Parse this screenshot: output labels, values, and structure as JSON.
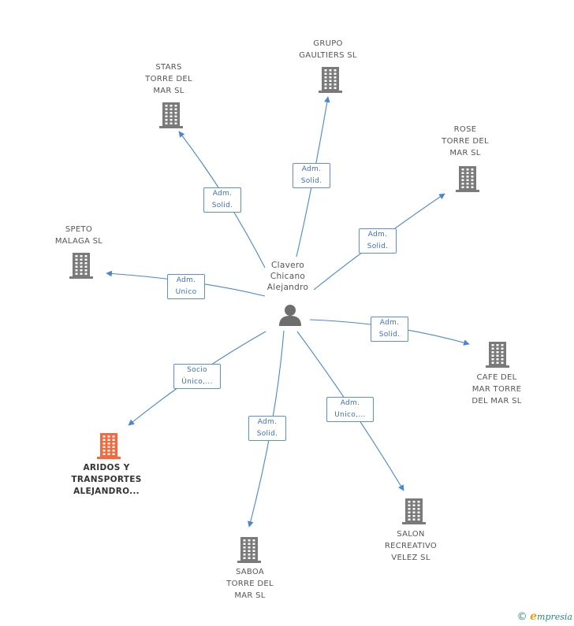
{
  "diagram": {
    "center": {
      "name": "Clavero\nChicano\nAlejandro",
      "icon": "person-icon"
    },
    "nodes": [
      {
        "id": "grupo-gaultiers",
        "label": "GRUPO\nGAULTIERS SL",
        "highlight": false
      },
      {
        "id": "stars-torre",
        "label": "STARS\nTORRE DEL\nMAR  SL",
        "highlight": false
      },
      {
        "id": "rose-torre",
        "label": "ROSE\nTORRE DEL\nMAR  SL",
        "highlight": false
      },
      {
        "id": "speto-malaga",
        "label": "SPETO\nMALAGA  SL",
        "highlight": false
      },
      {
        "id": "cafe-del-mar",
        "label": "CAFE DEL\nMAR TORRE\nDEL MAR  SL",
        "highlight": false
      },
      {
        "id": "aridos",
        "label": "ARIDOS Y\nTRANSPORTES\nALEJANDRO...",
        "highlight": true
      },
      {
        "id": "saboa-torre",
        "label": "SABOA\nTORRE DEL\nMAR SL",
        "highlight": false
      },
      {
        "id": "salon-recreativo",
        "label": "SALON\nRECREATIVO\nVELEZ SL",
        "highlight": false
      }
    ],
    "edges": [
      {
        "to": "grupo-gaultiers",
        "label": "Adm.\nSolid."
      },
      {
        "to": "stars-torre",
        "label": "Adm.\nSolid."
      },
      {
        "to": "rose-torre",
        "label": "Adm.\nSolid."
      },
      {
        "to": "speto-malaga",
        "label": "Adm.\nUnico"
      },
      {
        "to": "cafe-del-mar",
        "label": "Adm.\nSolid."
      },
      {
        "to": "aridos",
        "label": "Socio\nÚnico,..."
      },
      {
        "to": "saboa-torre",
        "label": "Adm.\nSolid."
      },
      {
        "to": "salon-recreativo",
        "label": "Adm.\nUnico,..."
      }
    ],
    "colors": {
      "edge": "#4a86d4",
      "building": "#7a7a7a",
      "building_highlight": "#f26a3d",
      "person": "#6e6e6e"
    }
  },
  "footer": {
    "copyright": "©",
    "brand_initial": "e",
    "brand_rest": "mpresia"
  }
}
